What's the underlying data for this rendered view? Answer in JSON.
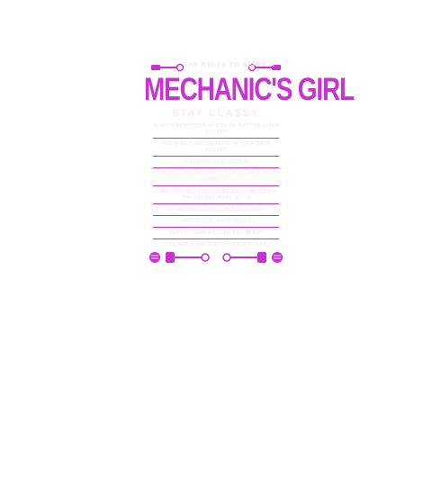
{
  "colors": {
    "accent": "#c832d2",
    "text_light": "#f3e4f4",
    "background": "#ffffff"
  },
  "design": {
    "header_small": "THE RULES TO BEING A",
    "title": "MECHANIC'S GIRL",
    "subtitle": "STAY CLASSY",
    "rules": [
      "ALWAYS REMEMBER WHERE HE PUT THE 10MM SOCKET",
      "YOU WILL FIND LUG NUTS IN YOUR BACK POCKET",
      "LEARN TO LOVE GREASE",
      "HE WILL ALWAYS SMELL LIKE OIL AND YOU LOVE IT",
      "SOMETIMES HIS CAR COMES FIRST; MOSTLY IN THE GARAGE MAKE UP TO",
      "PAY ATTENTION TO THE FINE TUNING",
      "NEVER TOUCH HIS TOOLS",
      "ALWAYS HAVE A CLEAN RAG READY",
      "THEY ARE ALWAYS IN THE BACK POCKET"
    ],
    "icons": {
      "top": [
        "wrench-icon",
        "wrench-icon"
      ],
      "bottom": [
        "piston-icon",
        "piston-icon",
        "piston-icon",
        "piston-icon"
      ]
    }
  }
}
